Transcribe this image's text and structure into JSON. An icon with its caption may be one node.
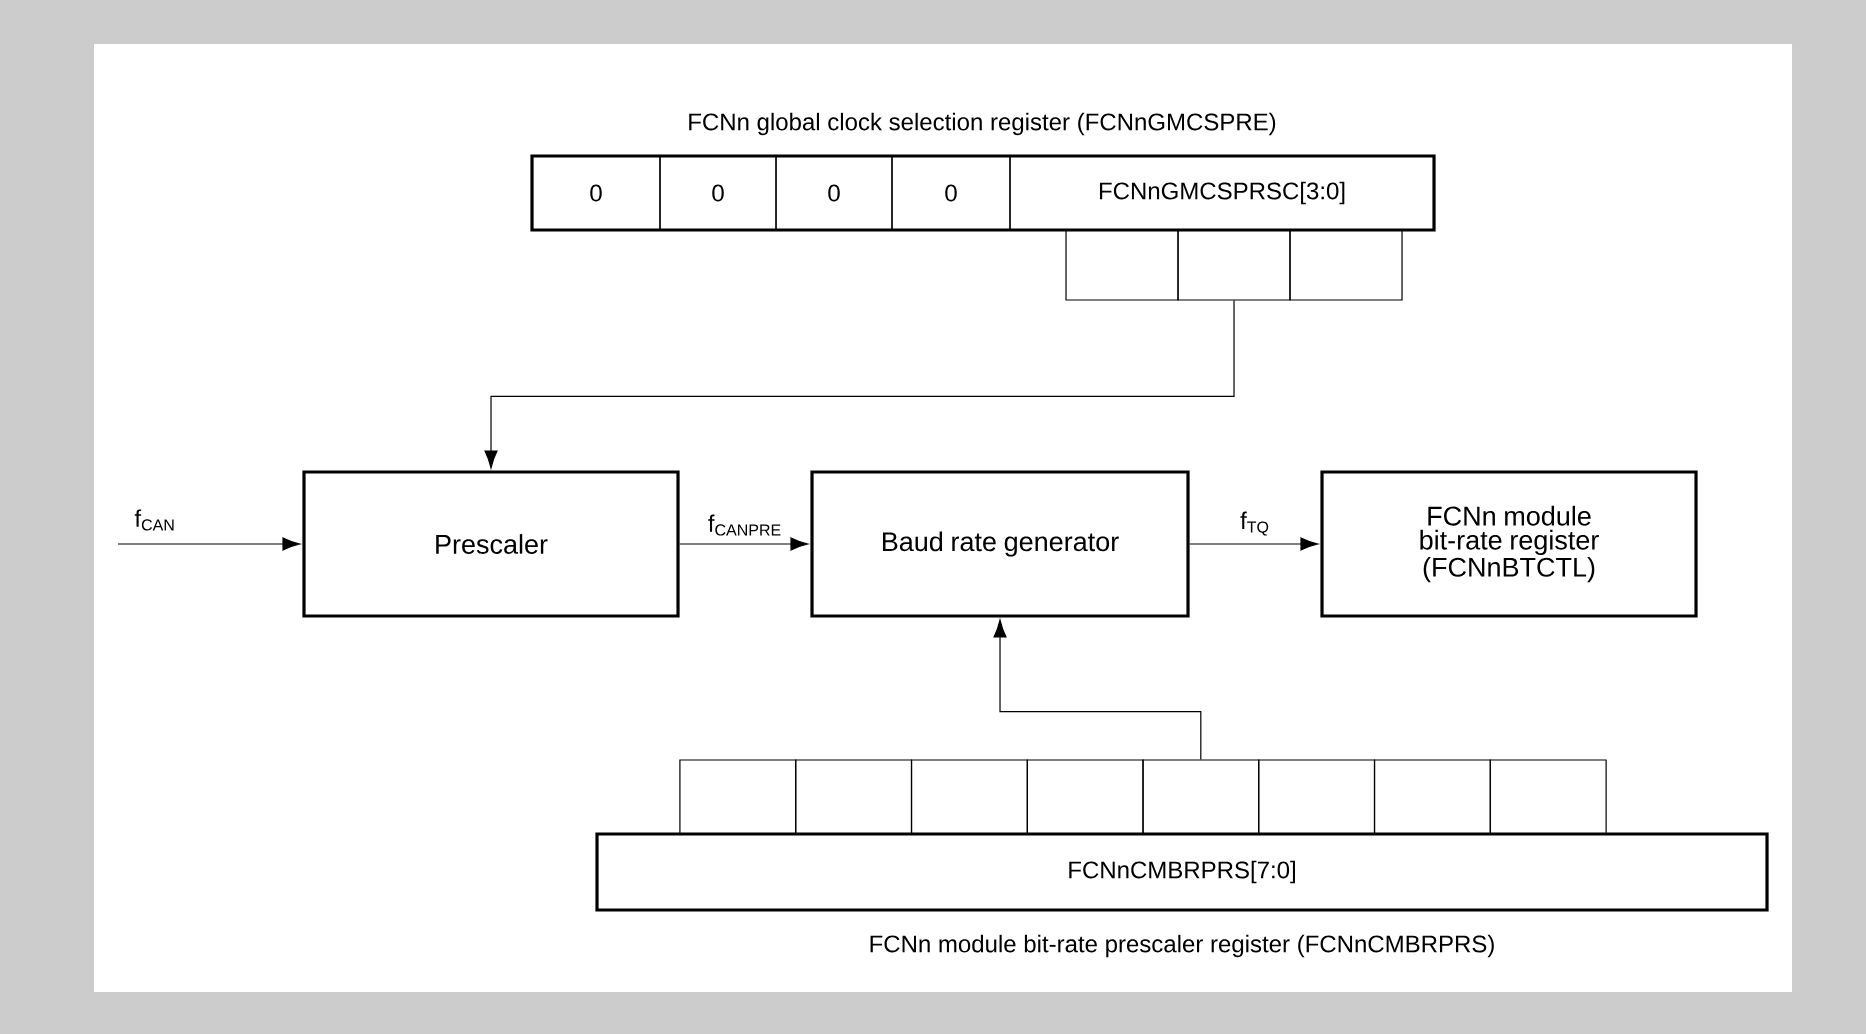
{
  "diagram": {
    "nodes": [
      {
        "text": [
          "FCNn global clock selection register (FCNnGMCSPRE)",
          "0",
          "0",
          "0",
          "0",
          "FCNnGMCSPRSC[3:0]"
        ]
      },
      {
        "text": [],
        "shape": "box"
      },
      {
        "text": [],
        "shape": "box"
      },
      {
        "text": [],
        "shape": "box"
      },
      {
        "text": [
          "Prescaler"
        ]
      },
      {
        "text": [
          "Baud rate generator"
        ]
      },
      {
        "text": [
          "FCNn module bit-rate register (FCNnBTCTL)"
        ]
      },
      {
        "text": [],
        "shape": "box"
      },
      {
        "text": [],
        "shape": "box"
      },
      {
        "text": [],
        "shape": "box"
      },
      {
        "text": [],
        "shape": "box"
      },
      {
        "text": [],
        "shape": "box"
      },
      {
        "text": [],
        "shape": "box"
      },
      {
        "text": [],
        "shape": "box"
      },
      {
        "text": [],
        "shape": "box"
      },
      {
        "text": [
          "FCNnCMBRPRS[7:0]",
          "FCNn module bit-rate prescaler register (FCNnCMBRPRS)"
        ]
      }
    ],
    "edges": [
      {
        "from": null,
        "to": 4,
        "arrow": "to",
        "label": "f$_{CAN}$"
      },
      {
        "from": 2,
        "to": 4,
        "arrow": "to"
      },
      {
        "from": 4,
        "to": 5,
        "arrow": "to",
        "label": "f$_{CANPRE}$"
      },
      {
        "from": 5,
        "to": 6,
        "arrow": "to",
        "label": "f$_{TQ}$"
      },
      {
        "from": 11,
        "to": 5,
        "arrow": "to"
      }
    ]
  }
}
